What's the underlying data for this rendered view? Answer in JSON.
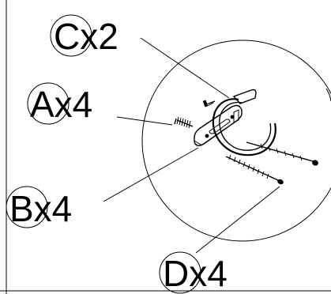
{
  "callouts": {
    "c": {
      "label": "Cx2"
    },
    "a": {
      "label": "Ax4"
    },
    "b": {
      "label": "Bx4"
    },
    "d": {
      "label": "Dx4"
    }
  },
  "colors": {
    "line": "#000000",
    "background": "#ffffff"
  }
}
